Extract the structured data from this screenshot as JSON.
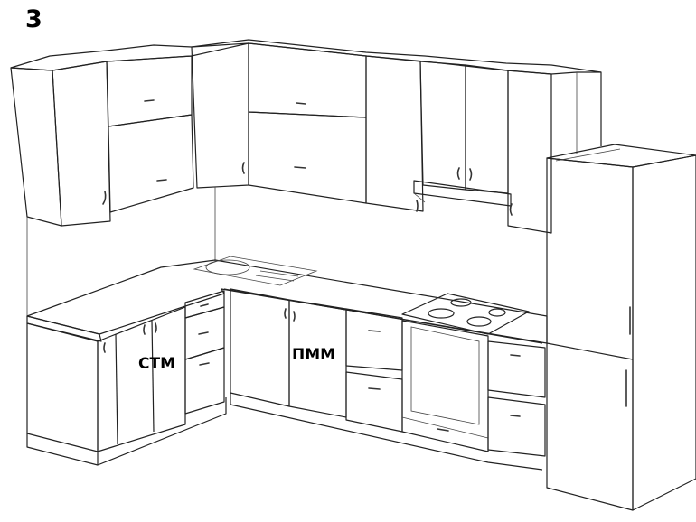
{
  "figure": {
    "number": "3",
    "labels": {
      "dishwasher": "ПММ",
      "washing_machine": "СТМ"
    }
  }
}
